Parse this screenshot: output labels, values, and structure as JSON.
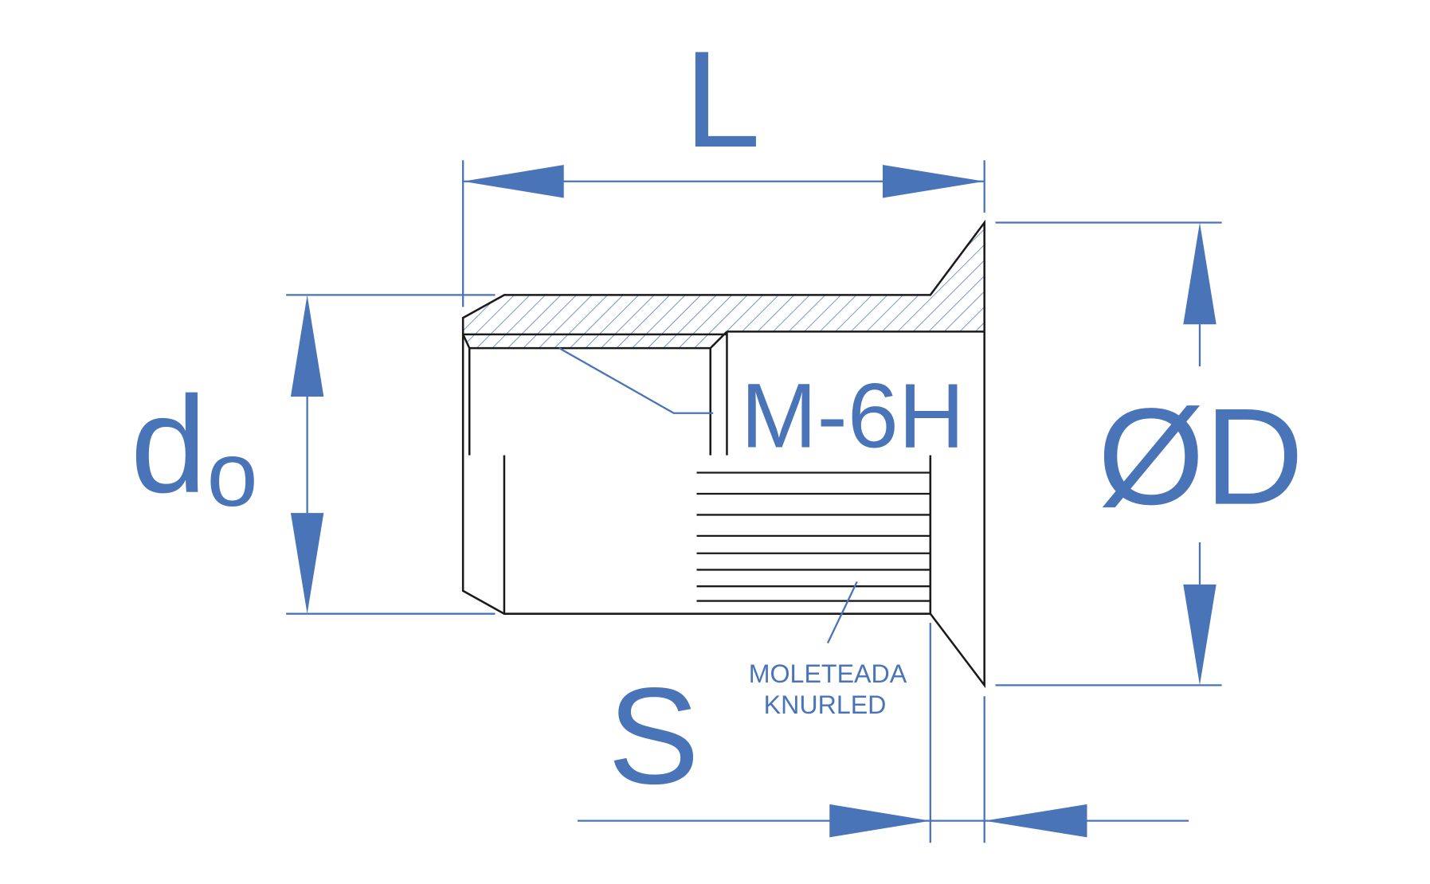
{
  "labels": {
    "length": "L",
    "hole_diameter": "d",
    "hole_diameter_subscript": "o",
    "head_diameter": "ØD",
    "head_thickness": "S",
    "thread": "M-6H",
    "knurled_es": "MOLETEADA",
    "knurled_en": "KNURLED"
  },
  "colors": {
    "dimension": "#4a74b8",
    "outline": "#1a1a1a"
  }
}
